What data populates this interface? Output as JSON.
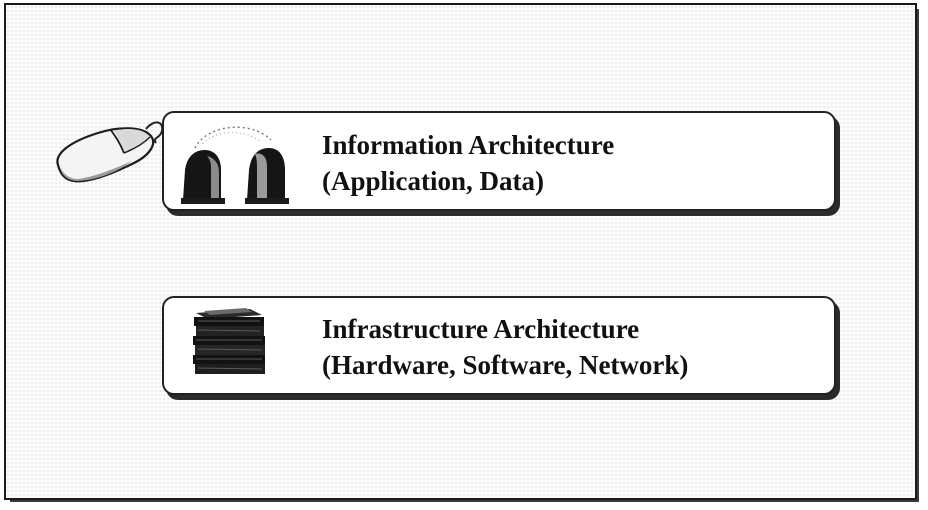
{
  "diagram": {
    "layers": [
      {
        "title": "Information Architecture",
        "subtitle": "(Application, Data)",
        "icon": "servers-icon"
      },
      {
        "title": "Infrastructure Architecture",
        "subtitle": "(Hardware, Software, Network)",
        "icon": "book-stack-icon"
      }
    ],
    "decorations": {
      "pointer_icon": "mouse-icon"
    }
  }
}
